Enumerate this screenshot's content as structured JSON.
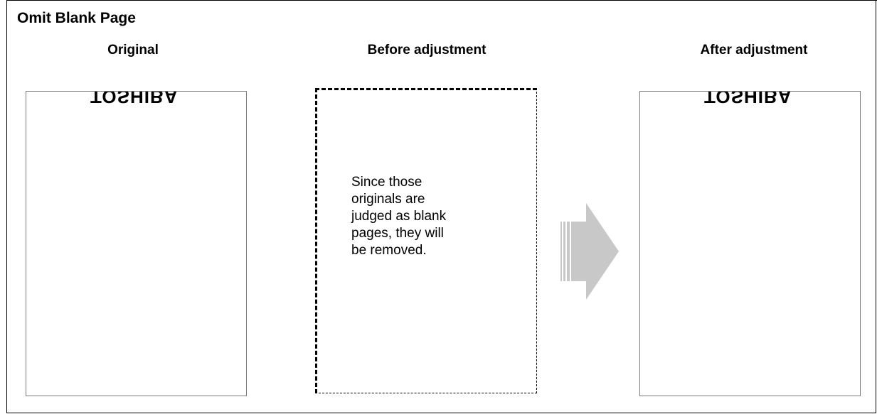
{
  "title": "Omit Blank Page",
  "columns": {
    "original": "Original",
    "before": "Before adjustment",
    "after": "After adjustment"
  },
  "logo_text": "TOSHIBA",
  "blank_message_lines": [
    "Since those",
    "originals are",
    "judged as blank",
    "pages, they will",
    "be removed."
  ],
  "colors": {
    "arrow": "#c8c8c8",
    "page_border": "#7a7a7a"
  }
}
